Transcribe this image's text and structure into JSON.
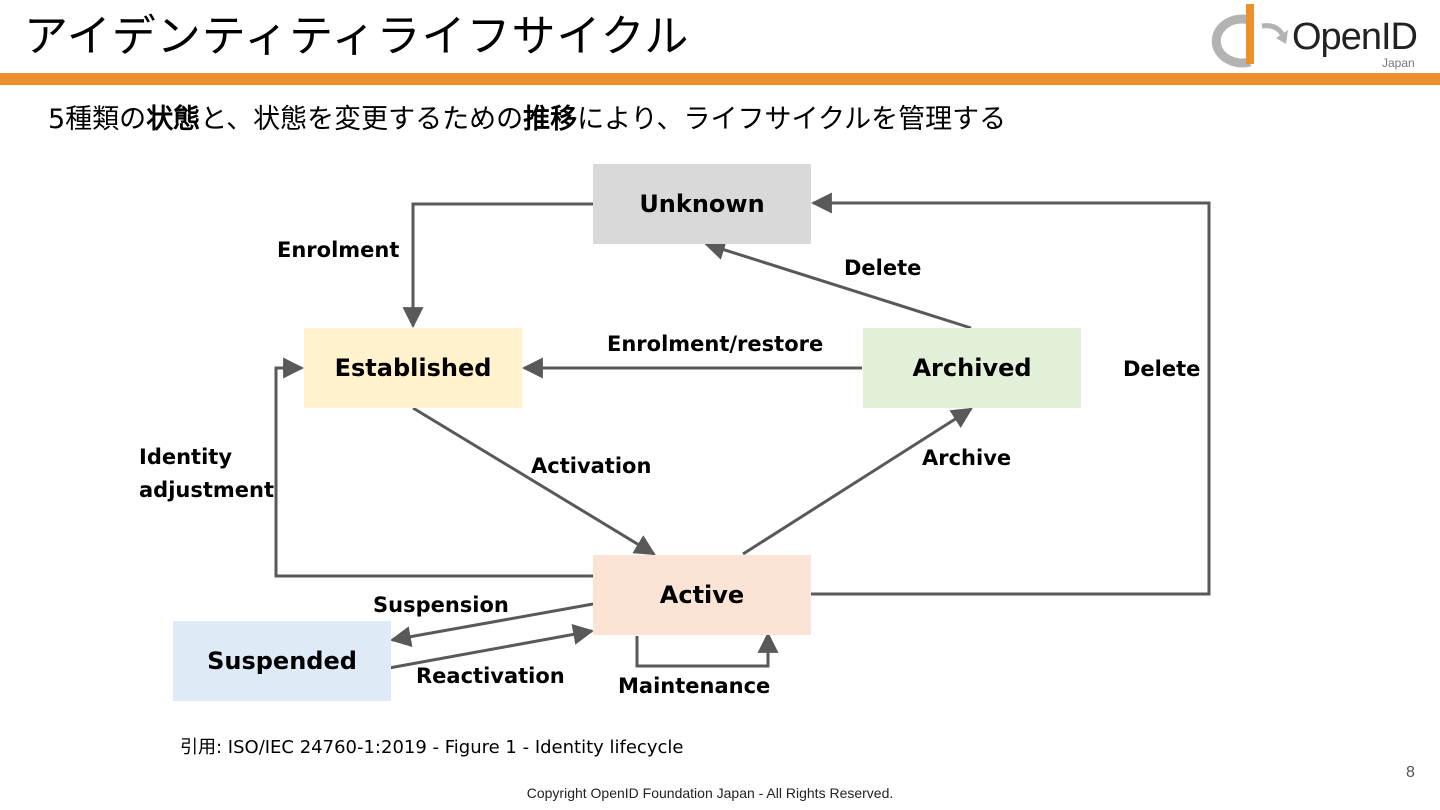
{
  "title": "アイデンティティライフサイクル",
  "logo": {
    "word": "OpenID",
    "sub": "Japan"
  },
  "subtitle": {
    "p1": "5種類の",
    "b1": "状態",
    "p2": "と、状態を変更するための",
    "b2": "推移",
    "p3": "により、ライフサイクルを管理する"
  },
  "states": {
    "unknown": "Unknown",
    "established": "Established",
    "archived": "Archived",
    "active": "Active",
    "suspended": "Suspended"
  },
  "transitions": {
    "enrolment": "Enrolment",
    "delete_archived": "Delete",
    "enrolment_restore": "Enrolment/restore",
    "delete_active": "Delete",
    "identity_adjustment_1": "Identity",
    "identity_adjustment_2": "adjustment",
    "activation": "Activation",
    "archive": "Archive",
    "suspension": "Suspension",
    "reactivation": "Reactivation",
    "maintenance": "Maintenance"
  },
  "colors": {
    "accent": "#ec8f2d",
    "unknown": "#d9d9d9",
    "established": "#fff2cc",
    "archived": "#e2efd9",
    "active": "#fbe4d5",
    "suspended": "#deebf6",
    "arrow": "#595959"
  },
  "citation": "引用: ISO/IEC 24760-1:2019 - Figure 1 - Identity lifecycle",
  "page_number": "8",
  "copyright": "Copyright OpenID Foundation Japan - All Rights Reserved."
}
